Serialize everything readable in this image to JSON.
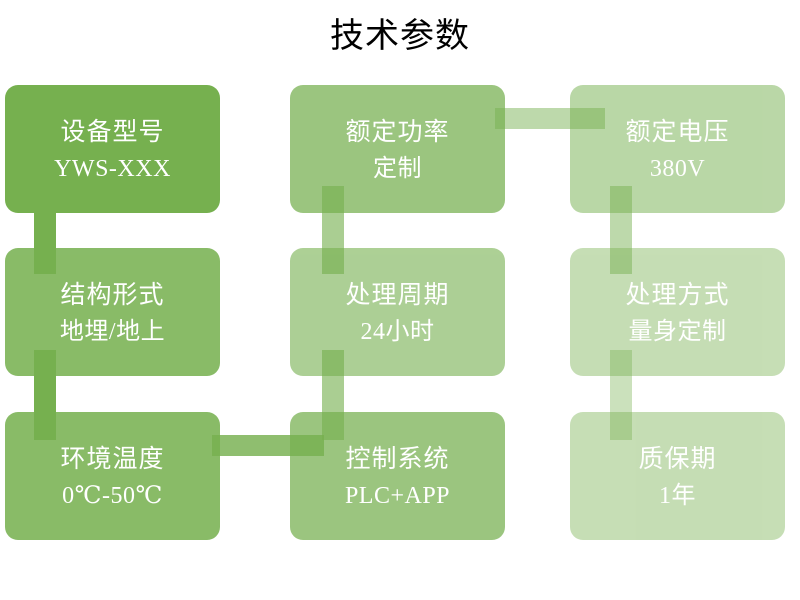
{
  "page": {
    "title": "技术参数",
    "accent_color": "#76B04F",
    "text_color": "#ffffff",
    "background_color": "#ffffff"
  },
  "cards": [
    {
      "label": "设备型号",
      "value": "YWS-XXX"
    },
    {
      "label": "额定功率",
      "value": "定制"
    },
    {
      "label": "额定电压",
      "value": "380V"
    },
    {
      "label": "结构形式",
      "value": "地埋/地上"
    },
    {
      "label": "处理周期",
      "value": "24小时"
    },
    {
      "label": "处理方式",
      "value": "量身定制"
    },
    {
      "label": "环境温度",
      "value": "0℃-50℃"
    },
    {
      "label": "控制系统",
      "value": "PLC+APP"
    },
    {
      "label": "质保期",
      "value": "1年"
    }
  ]
}
